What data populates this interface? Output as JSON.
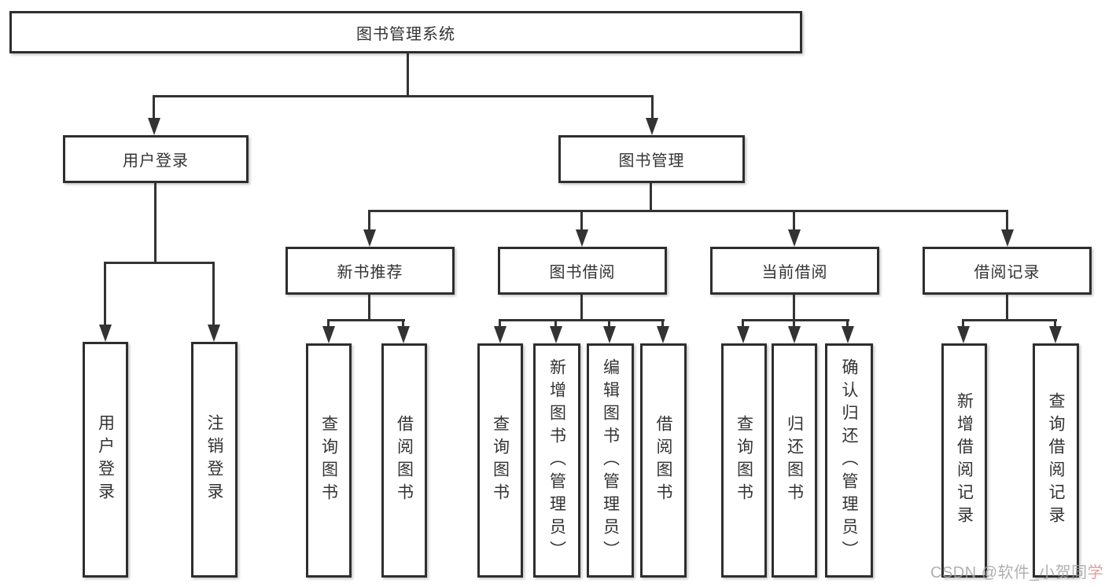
{
  "diagram": {
    "title": "图书管理系统",
    "root": {
      "label": "图书管理系统",
      "children": [
        {
          "label": "用户登录",
          "children": [
            {
              "label": "用户登录"
            },
            {
              "label": "注销登录"
            }
          ]
        },
        {
          "label": "图书管理",
          "children": [
            {
              "label": "新书推荐",
              "children": [
                {
                  "label": "查询图书"
                },
                {
                  "label": "借阅图书"
                }
              ]
            },
            {
              "label": "图书借阅",
              "children": [
                {
                  "label": "查询图书"
                },
                {
                  "label": "新增图书（管理员）"
                },
                {
                  "label": "编辑图书（管理员）"
                },
                {
                  "label": "借阅图书"
                }
              ]
            },
            {
              "label": "当前借阅",
              "children": [
                {
                  "label": "查询图书"
                },
                {
                  "label": "归还图书"
                },
                {
                  "label": "确认归还（管理员）"
                }
              ]
            },
            {
              "label": "借阅记录",
              "children": [
                {
                  "label": "新增借阅记录"
                },
                {
                  "label": "查询借阅记录"
                }
              ]
            }
          ]
        }
      ]
    },
    "colors": {
      "line": "#333333",
      "box_border": "#2e2e2e",
      "text": "#333333",
      "background": "#ffffff",
      "watermark_gray": "#a3a3a3",
      "watermark_pink": "#e08d91"
    }
  },
  "watermark": {
    "prefix": "CSDN @软件_小贺同",
    "suffix": "学"
  }
}
